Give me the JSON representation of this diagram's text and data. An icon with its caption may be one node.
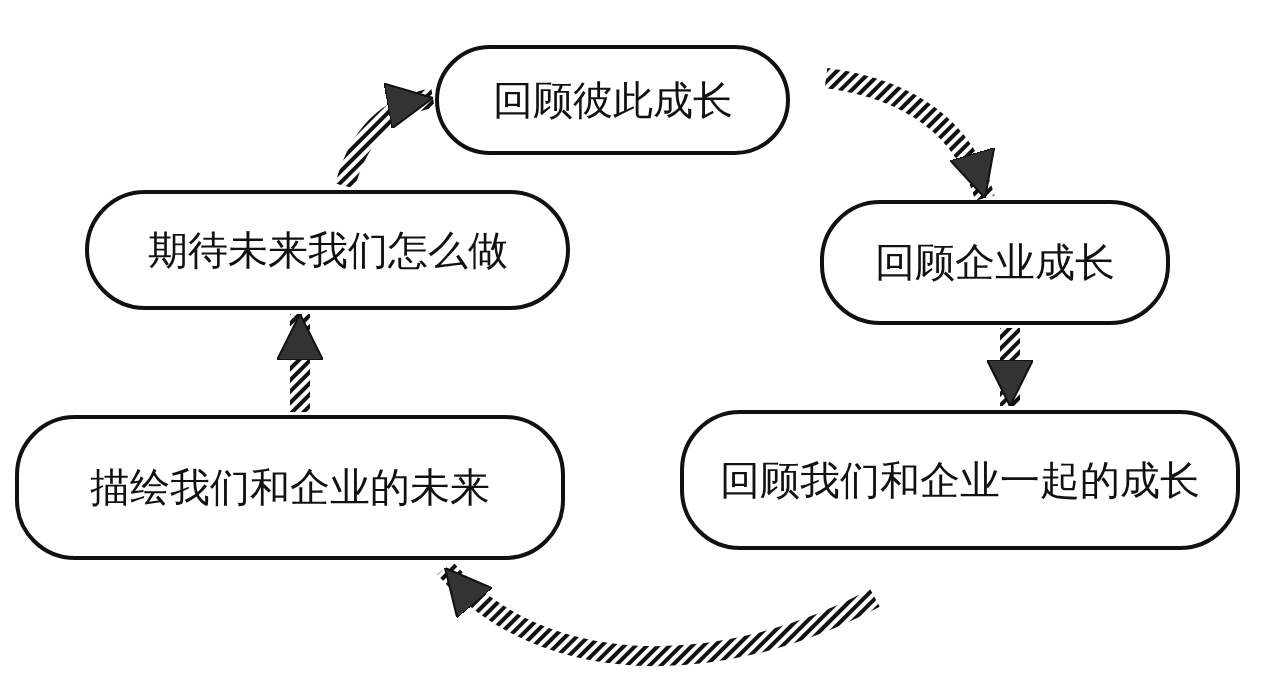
{
  "diagram": {
    "nodes": [
      {
        "text": [
          "回顾彼此成长"
        ]
      },
      {
        "text": [
          "回顾企业成长"
        ]
      },
      {
        "text": [
          "回顾我们和企业一起的成长"
        ]
      },
      {
        "text": [
          "描绘我们和企业的未来"
        ]
      },
      {
        "text": [
          "期待未来我们怎么做"
        ]
      }
    ],
    "edges": [
      {
        "from": 0,
        "to": 1,
        "arrow": "to",
        "style": "thick"
      },
      {
        "from": 1,
        "to": 2,
        "arrow": "to",
        "style": "thick"
      },
      {
        "from": 2,
        "to": 3,
        "arrow": "to",
        "style": "thick"
      },
      {
        "from": 3,
        "to": 4,
        "arrow": "to",
        "style": "thick"
      },
      {
        "from": 4,
        "to": 0,
        "arrow": "to",
        "style": "thick"
      }
    ]
  }
}
